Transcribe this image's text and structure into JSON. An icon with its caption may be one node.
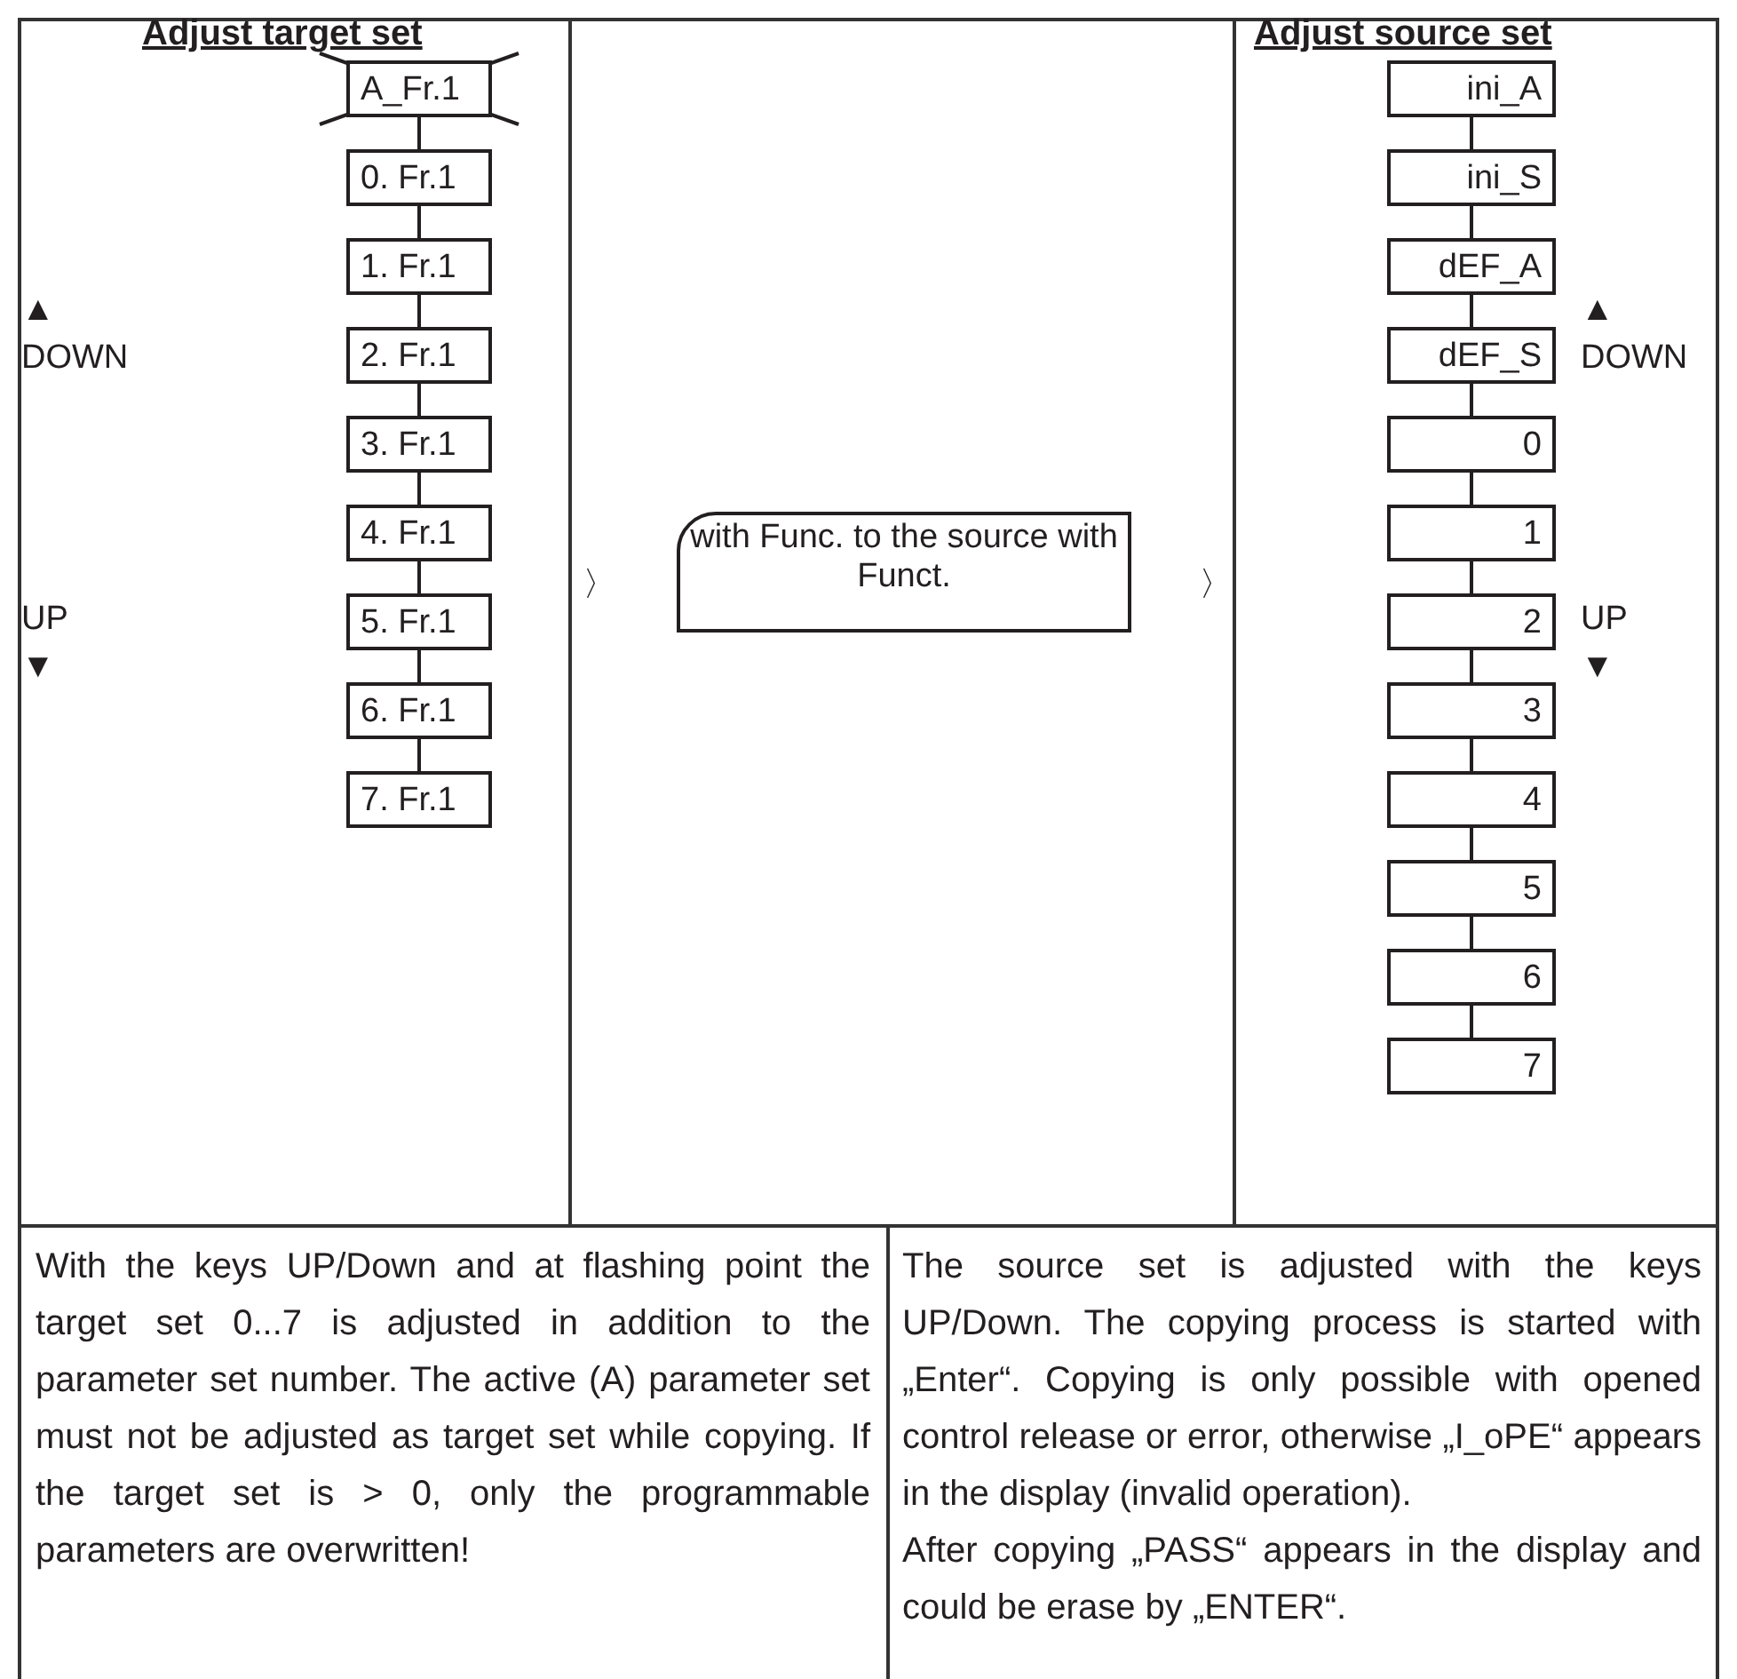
{
  "diagram": {
    "nodes": [
      {
        "text": [
          "A_Fr.1"
        ]
      },
      {
        "text": [
          "0. Fr.1"
        ]
      },
      {
        "text": [
          "1. Fr.1"
        ]
      },
      {
        "text": [
          "2. Fr.1"
        ]
      },
      {
        "text": [
          "3. Fr.1"
        ]
      },
      {
        "text": [
          "4. Fr.1"
        ]
      },
      {
        "text": [
          "5. Fr.1"
        ]
      },
      {
        "text": [
          "6. Fr.1"
        ]
      },
      {
        "text": [
          "7. Fr.1"
        ]
      },
      {
        "text": [
          "with Func. to the source with Funct."
        ]
      },
      {
        "text": [
          "ini_A"
        ]
      },
      {
        "text": [
          "ini_S"
        ]
      },
      {
        "text": [
          "dEF_A"
        ]
      },
      {
        "text": [
          "dEF_S"
        ]
      },
      {
        "text": [
          "0"
        ]
      },
      {
        "text": [
          "1"
        ]
      },
      {
        "text": [
          "2"
        ]
      },
      {
        "text": [
          "3"
        ]
      },
      {
        "text": [
          "4"
        ]
      },
      {
        "text": [
          "5"
        ]
      },
      {
        "text": [
          "6"
        ]
      },
      {
        "text": [
          "7"
        ]
      }
    ],
    "edges": [
      {
        "from": 0,
        "to": 1,
        "arrow": "none"
      },
      {
        "from": 1,
        "to": 2,
        "arrow": "none"
      },
      {
        "from": 2,
        "to": 3,
        "arrow": "none"
      },
      {
        "from": 3,
        "to": 4,
        "arrow": "none"
      },
      {
        "from": 4,
        "to": 5,
        "arrow": "none"
      },
      {
        "from": 5,
        "to": 6,
        "arrow": "none"
      },
      {
        "from": 6,
        "to": 7,
        "arrow": "none"
      },
      {
        "from": 7,
        "to": 8,
        "arrow": "none"
      },
      {
        "from": 10,
        "to": 11,
        "arrow": "none"
      },
      {
        "from": 11,
        "to": 12,
        "arrow": "none"
      },
      {
        "from": 12,
        "to": 13,
        "arrow": "none"
      },
      {
        "from": 13,
        "to": 14,
        "arrow": "none"
      },
      {
        "from": 14,
        "to": 15,
        "arrow": "none"
      },
      {
        "from": 15,
        "to": 16,
        "arrow": "none"
      },
      {
        "from": 16,
        "to": 17,
        "arrow": "none"
      },
      {
        "from": 17,
        "to": 18,
        "arrow": "none"
      },
      {
        "from": 18,
        "to": 19,
        "arrow": "none"
      },
      {
        "from": 19,
        "to": 20,
        "arrow": "none"
      },
      {
        "from": 20,
        "to": 21,
        "arrow": "none"
      }
    ],
    "labels": [
      "Adjust target set",
      "▲",
      "DOWN",
      "UP",
      "▼",
      "〉",
      "〉",
      "Adjust source set",
      "▲",
      "DOWN",
      "UP",
      "▼",
      "With the keys UP/Down and at flashing point the target set 0...7 is adjusted in addition to the parameter set number. The active (A) parameter set must not be adjusted as target set while copying. If the target set is > 0, only the programmable parameters are overwritten!",
      "The source set is adjusted with the keys UP/Down. The copying process is started with „Enter“. Copying is only possible with opened control release or error, otherwise „I_oPE“ appears in the display (invalid operation).",
      "After copying „PASS“ appears in the display and could be erase by „ENTER“."
    ]
  }
}
